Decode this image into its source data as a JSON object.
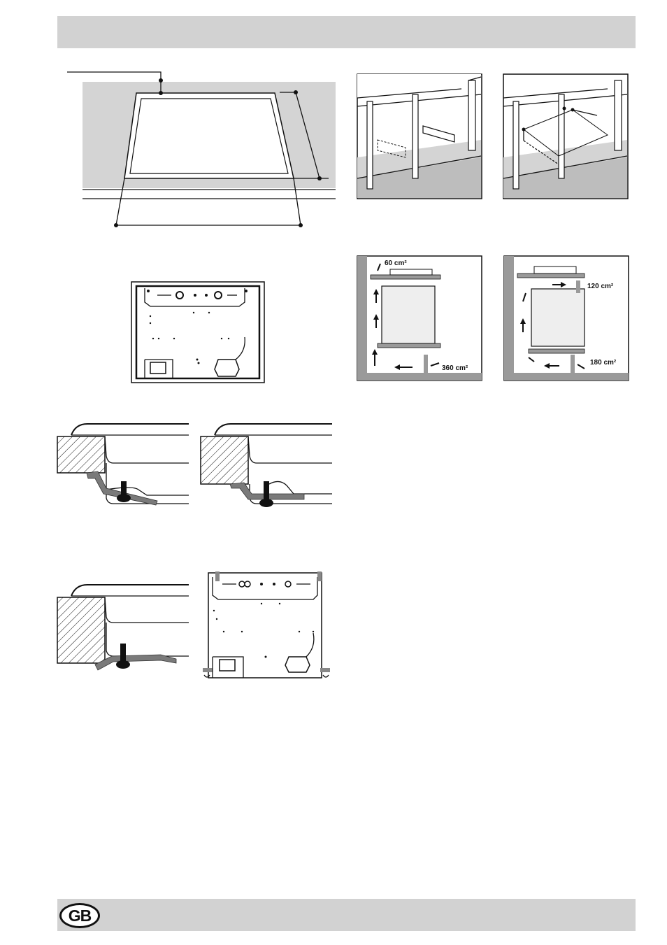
{
  "header": {
    "text": ""
  },
  "footer": {
    "language_badge": "GB"
  },
  "ventilation": {
    "left_top": "60 cm²",
    "left_bottom": "360 cm²",
    "right_top": "120 cm²",
    "right_bottom": "180 cm²"
  }
}
